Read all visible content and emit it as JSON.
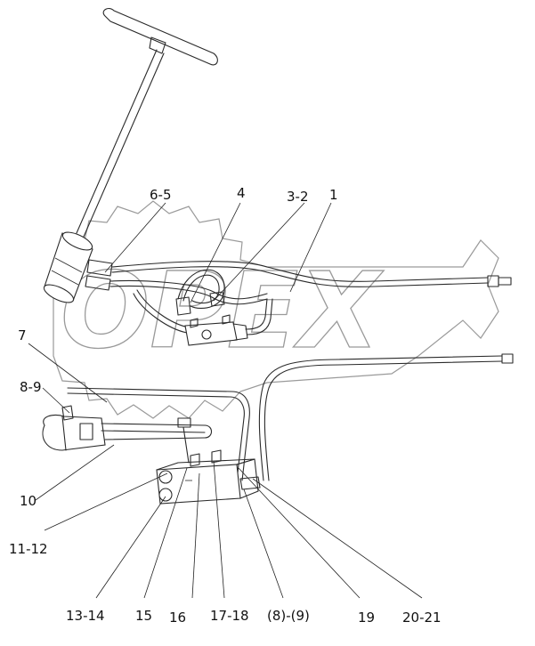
{
  "watermark": {
    "text": "OPEX"
  },
  "labels": {
    "l_6_5": "6-5",
    "l_4": "4",
    "l_3_2": "3-2",
    "l_1": "1",
    "l_7": "7",
    "l_8_9": "8-9",
    "l_10": "10",
    "l_11_12": "11-12",
    "l_13_14": "13-14",
    "l_15": "15",
    "l_16": "16",
    "l_17_18": "17-18",
    "l_8_9_paren": "(8)-(9)",
    "l_19": "19",
    "l_20_21": "20-21"
  }
}
